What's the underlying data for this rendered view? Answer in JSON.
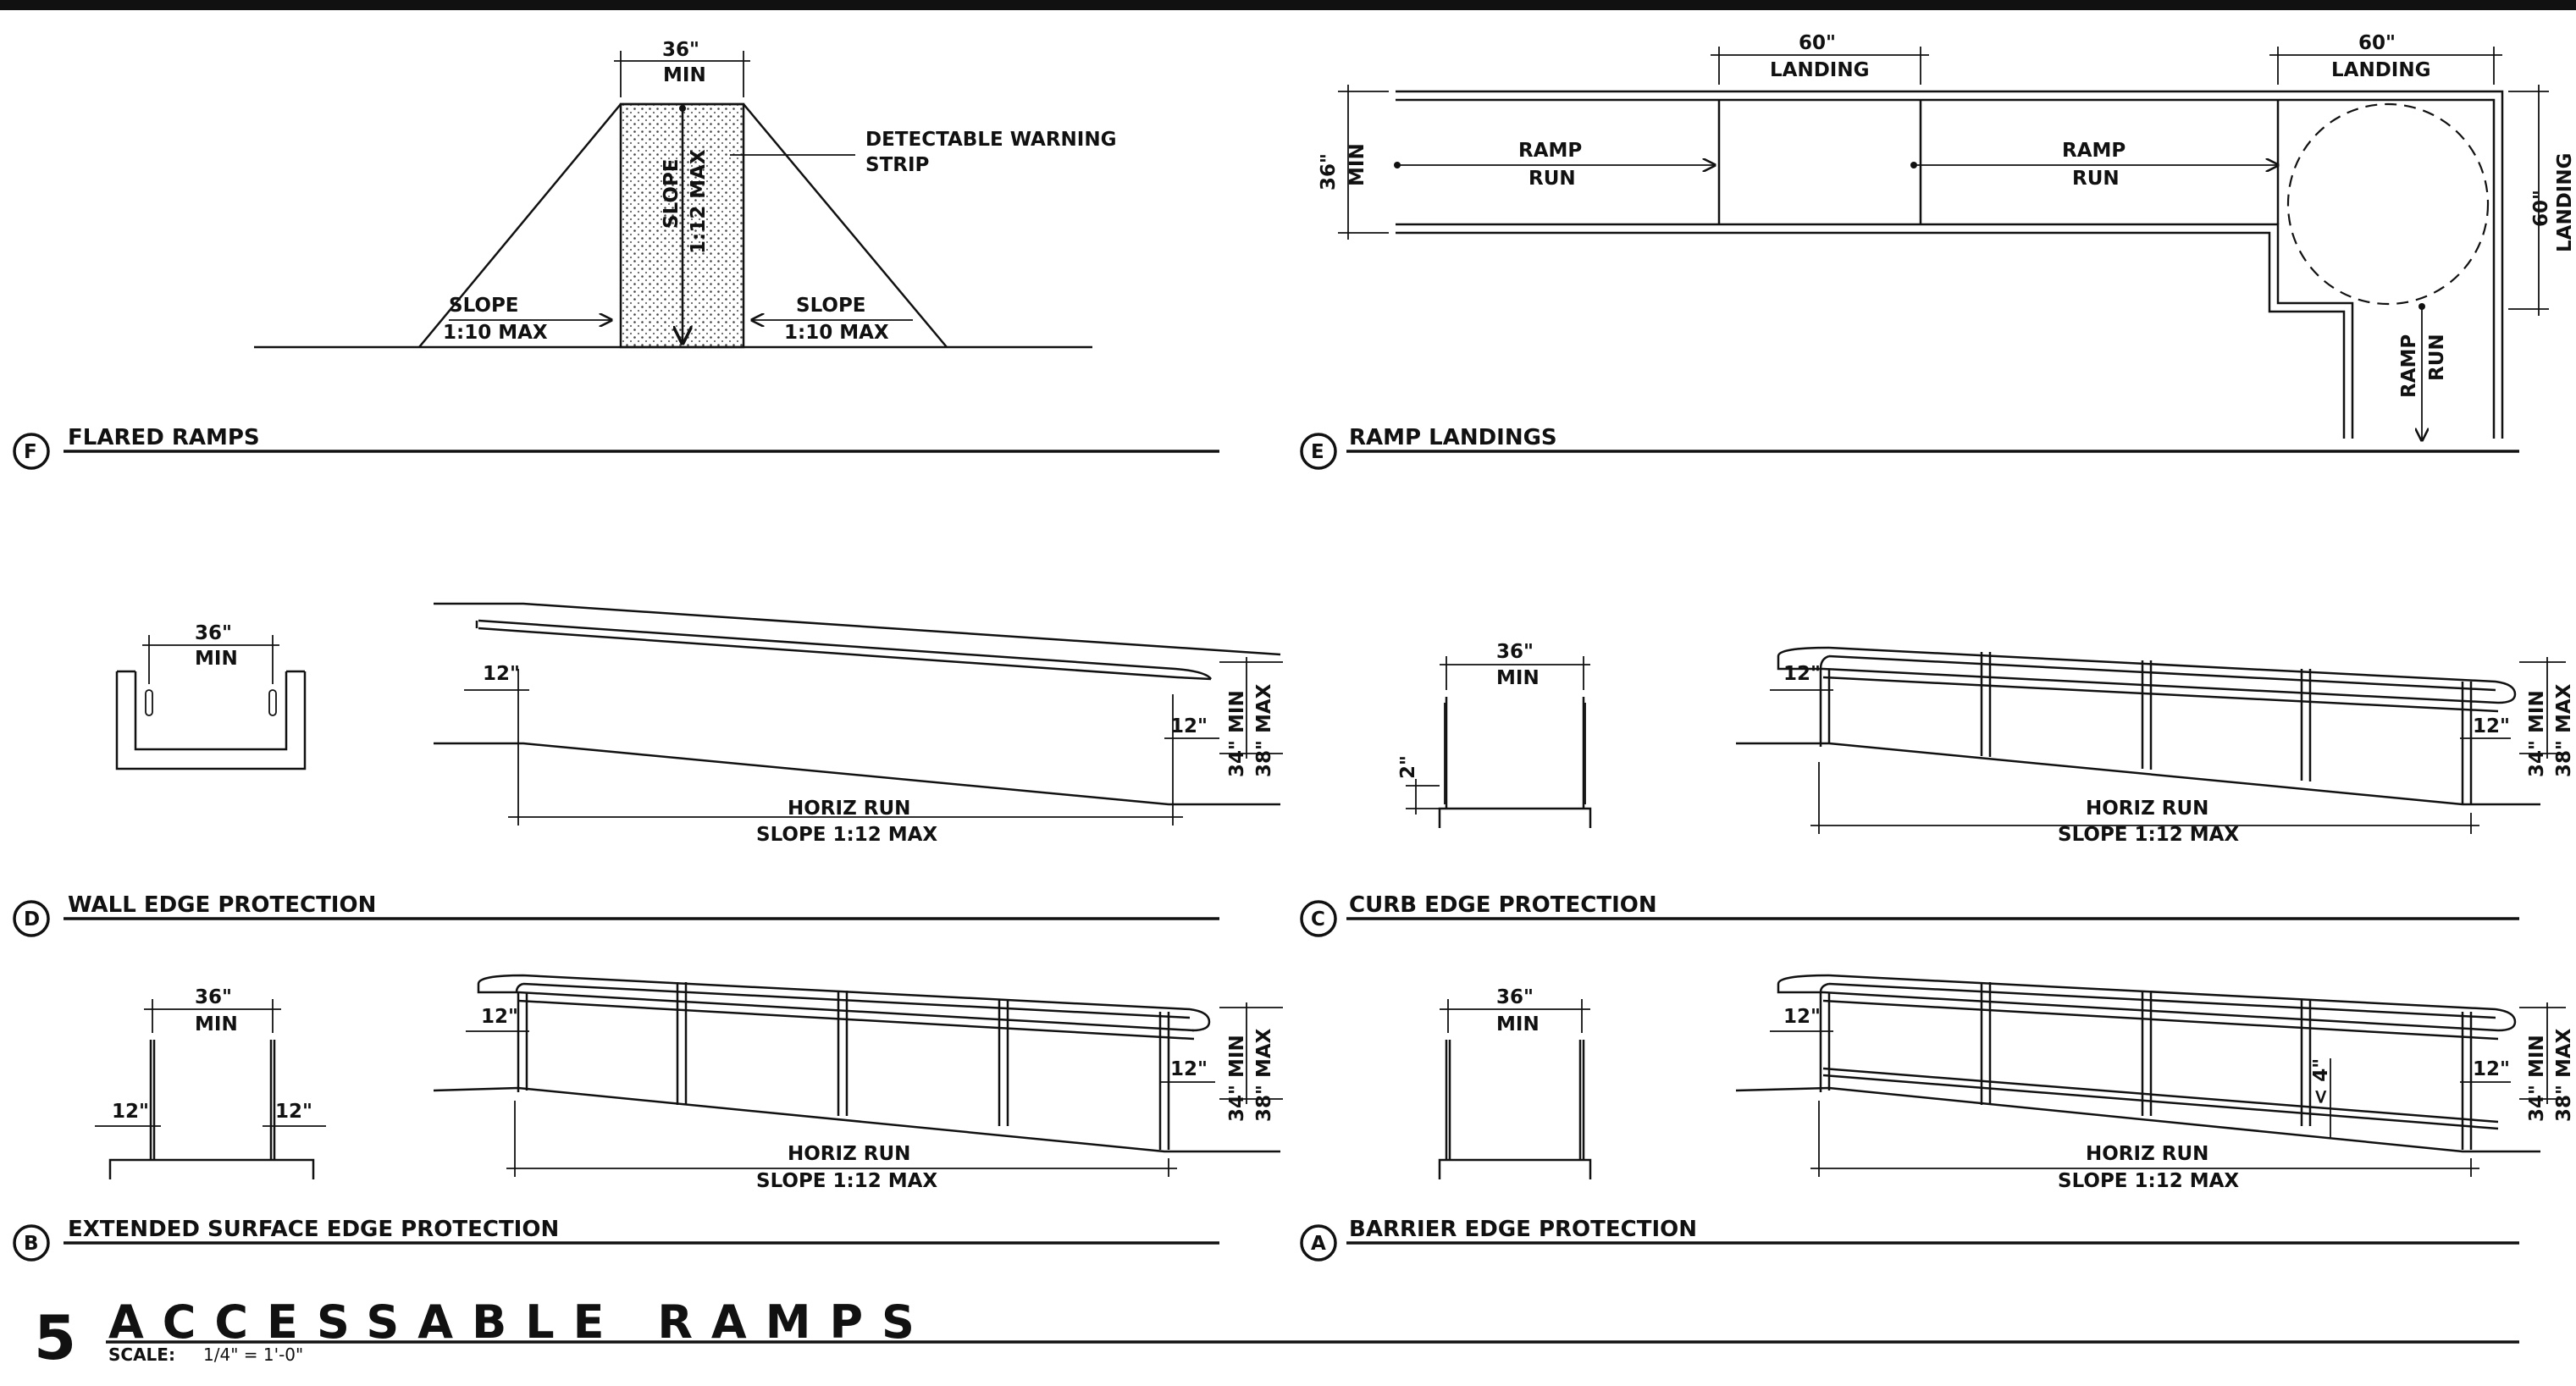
{
  "sheet": {
    "number": "5",
    "title": "ACCESSABLE RAMPS",
    "scale_label": "SCALE:",
    "scale_value": "1/4\" = 1'-0\""
  },
  "panels": {
    "F": {
      "letter": "F",
      "title": "FLARED RAMPS"
    },
    "E": {
      "letter": "E",
      "title": "RAMP LANDINGS"
    },
    "D": {
      "letter": "D",
      "title": "WALL EDGE PROTECTION"
    },
    "C": {
      "letter": "C",
      "title": "CURB EDGE PROTECTION"
    },
    "B": {
      "letter": "B",
      "title": "EXTENDED SURFACE EDGE PROTECTION"
    },
    "A": {
      "letter": "A",
      "title": "BARRIER EDGE PROTECTION"
    }
  },
  "labels": {
    "dim_36": "36\"",
    "dim_60": "60\"",
    "dim_12": "12\"",
    "dim_2": "2\"",
    "dim_lt4": "< 4\"",
    "min": "MIN",
    "landing": "LANDING",
    "ramp": "RAMP",
    "run": "RUN",
    "slope": "SLOPE",
    "slope_1_10": "1:10 MAX",
    "slope_1_12": "1:12 MAX",
    "detectable_1": "DETECTABLE WARNING",
    "detectable_2": "STRIP",
    "horiz_run": "HORIZ RUN",
    "slope_112_max": "SLOPE 1:12 MAX",
    "h34": "34\" MIN",
    "h38": "38\" MAX",
    "min36_vert": "36\" MIN",
    "landing60_vert": "60\" LANDING"
  }
}
